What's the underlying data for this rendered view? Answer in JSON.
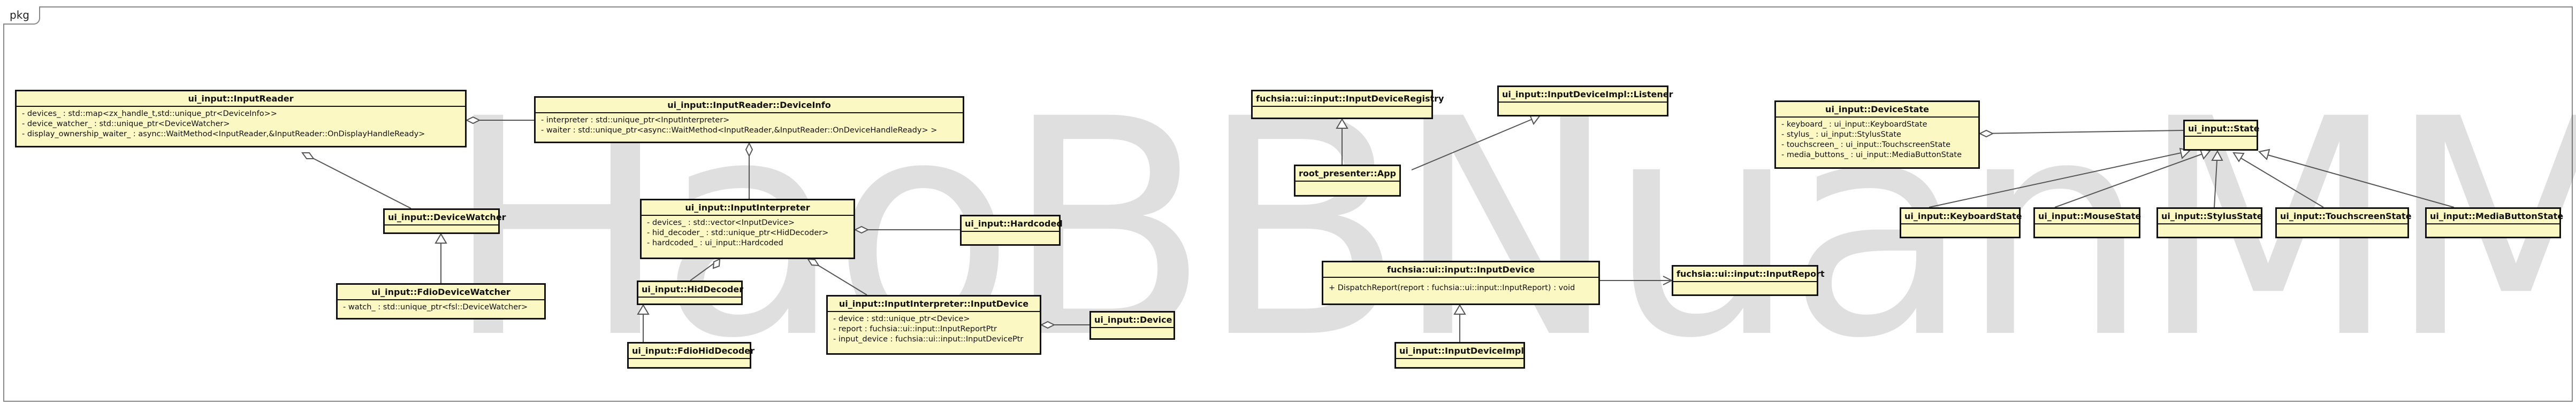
{
  "package": {
    "label": "pkg"
  },
  "watermark": "HaoBBNuanMM",
  "classes": {
    "inputReader": {
      "name": "ui_input::InputReader",
      "members": [
        "- devices_ : std::map<zx_handle_t,std::unique_ptr<DeviceInfo>>",
        "- device_watcher_ : std::unique_ptr<DeviceWatcher>",
        "- display_ownership_waiter_ : async::WaitMethod<InputReader,&InputReader::OnDisplayHandleReady>"
      ]
    },
    "deviceInfo": {
      "name": "ui_input::InputReader::DeviceInfo",
      "members": [
        "- interpreter : std::unique_ptr<InputInterpreter>",
        "- waiter : std::unique_ptr<async::WaitMethod<InputReader,&InputReader::OnDeviceHandleReady> >"
      ]
    },
    "deviceWatcher": {
      "name": "ui_input::DeviceWatcher"
    },
    "fdioDeviceWatcher": {
      "name": "ui_input::FdioDeviceWatcher",
      "members": [
        "- watch_ : std::unique_ptr<fsl::DeviceWatcher>"
      ]
    },
    "inputInterpreter": {
      "name": "ui_input::InputInterpreter",
      "members": [
        "- devices_ : std::vector<InputDevice>",
        "- hid_decoder_ : std::unique_ptr<HidDecoder>",
        "- hardcoded_ : ui_input::Hardcoded"
      ]
    },
    "hardcoded": {
      "name": "ui_input::Hardcoded"
    },
    "hidDecoder": {
      "name": "ui_input::HidDecoder"
    },
    "fdioHidDecoder": {
      "name": "ui_input::FdioHidDecoder"
    },
    "interpreterInputDevice": {
      "name": "ui_input::InputInterpreter::InputDevice",
      "members": [
        "- device : std::unique_ptr<Device>",
        "- report : fuchsia::ui::input::InputReportPtr",
        "- input_device : fuchsia::ui::input::InputDevicePtr"
      ]
    },
    "device": {
      "name": "ui_input::Device"
    },
    "registry": {
      "name": "fuchsia::ui::input::InputDeviceRegistry"
    },
    "listener": {
      "name": "ui_input::InputDeviceImpl::Listener"
    },
    "app": {
      "name": "root_presenter::App"
    },
    "fuchsiaInputDevice": {
      "name": "fuchsia::ui::input::InputDevice",
      "members": [
        "+ DispatchReport(report : fuchsia::ui::input::InputReport) : void"
      ]
    },
    "inputReport": {
      "name": "fuchsia::ui::input::InputReport"
    },
    "inputDeviceImpl": {
      "name": "ui_input::InputDeviceImpl"
    },
    "deviceState": {
      "name": "ui_input::DeviceState",
      "members": [
        "- keyboard_ : ui_input::KeyboardState",
        "- stylus_ : ui_input::StylusState",
        "- touchscreen_ : ui_input::TouchscreenState",
        "- media_buttons_ : ui_input::MediaButtonState"
      ]
    },
    "state": {
      "name": "ui_input::State"
    },
    "keyboardState": {
      "name": "ui_input::KeyboardState"
    },
    "mouseState": {
      "name": "ui_input::MouseState"
    },
    "stylusState": {
      "name": "ui_input::StylusState"
    },
    "touchscreenState": {
      "name": "ui_input::TouchscreenState"
    },
    "mediaButtonState": {
      "name": "ui_input::MediaButtonState"
    }
  }
}
